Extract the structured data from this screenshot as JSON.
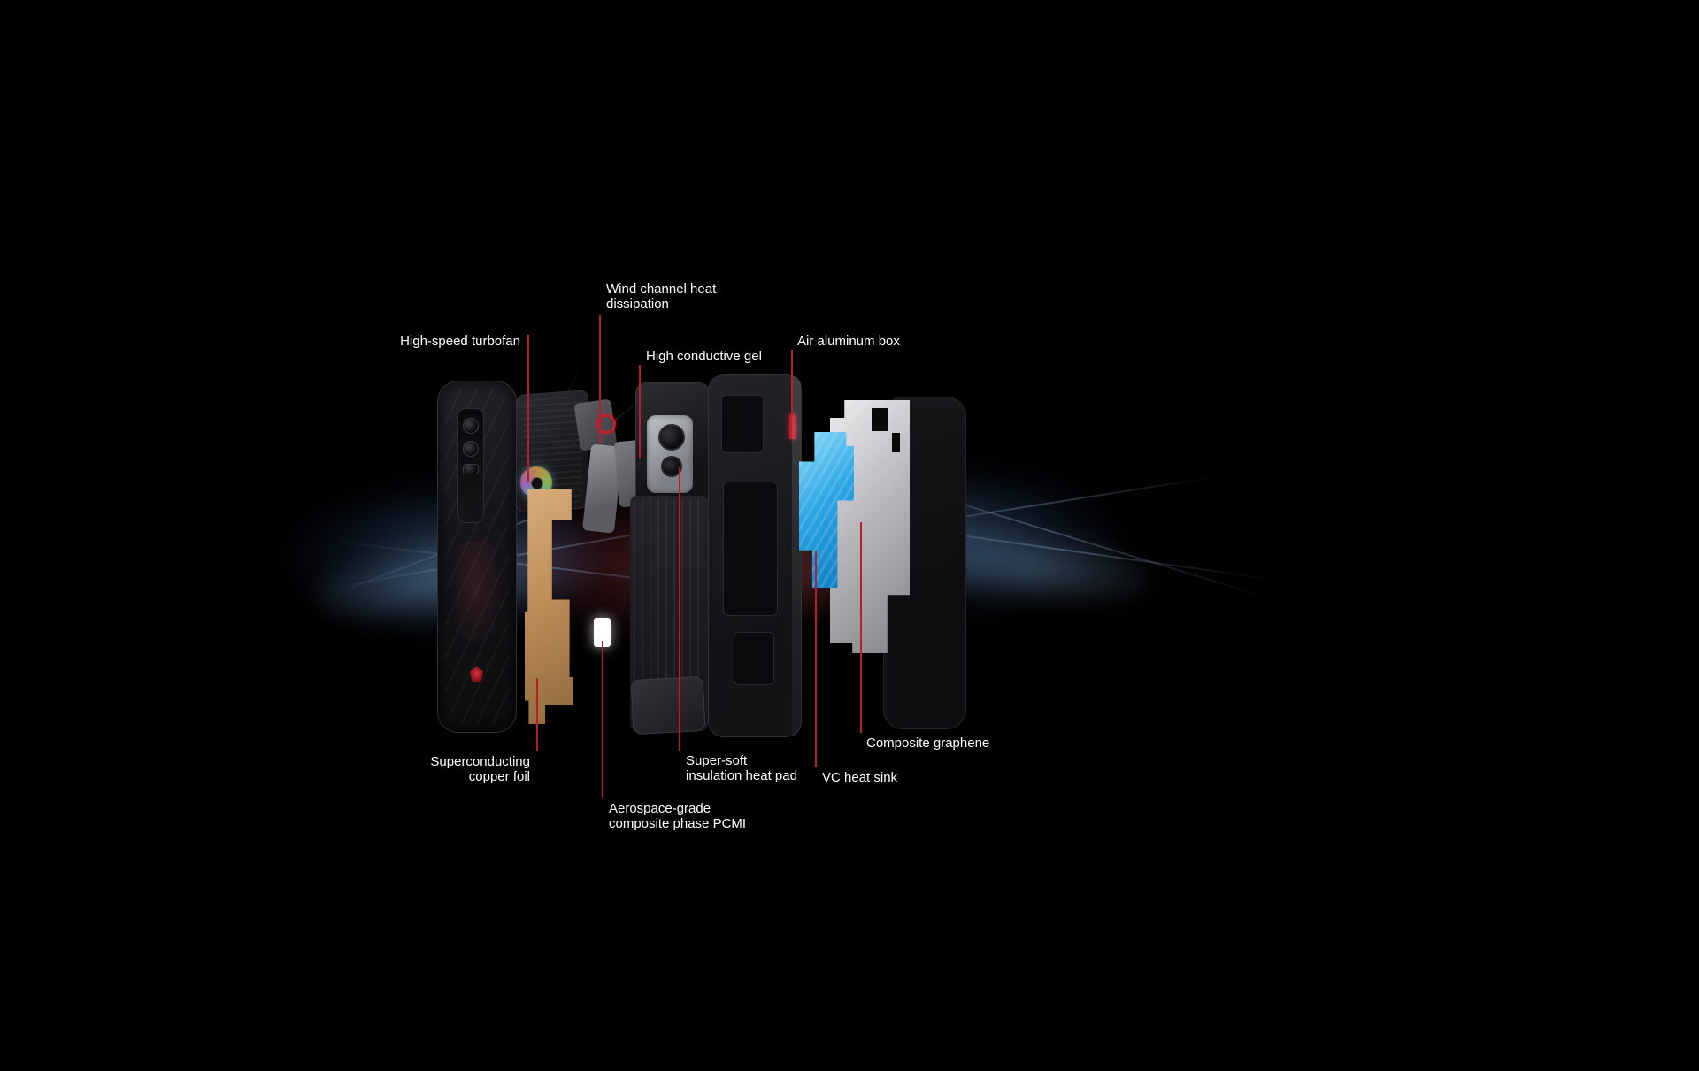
{
  "diagram": {
    "background_color": "#000000",
    "leader_line_color": "#b41f2c",
    "label_text_color": "#ffffff",
    "labels": [
      {
        "id": "wind-channel-heat-dissipation",
        "text": "Wind channel heat\ndissipation"
      },
      {
        "id": "high-speed-turbofan",
        "text": "High-speed turbofan"
      },
      {
        "id": "high-conductive-gel",
        "text": "High conductive gel"
      },
      {
        "id": "air-aluminum-box",
        "text": "Air aluminum box"
      },
      {
        "id": "superconducting-copper-foil",
        "text": "Superconducting\ncopper foil"
      },
      {
        "id": "aerospace-grade-composite-phase-pcmi",
        "text": "Aerospace-grade\ncomposite phase PCMI"
      },
      {
        "id": "super-soft-insulation-heat-pad",
        "text": "Super-soft\ninsulation heat pad"
      },
      {
        "id": "vc-heat-sink",
        "text": "VC heat sink"
      },
      {
        "id": "composite-graphene",
        "text": "Composite graphene"
      }
    ],
    "components": [
      {
        "id": "phone-back-cover"
      },
      {
        "id": "turbofan-module"
      },
      {
        "id": "wind-channel-parts"
      },
      {
        "id": "camera-module"
      },
      {
        "id": "mainboard-stack"
      },
      {
        "id": "mid-frame"
      },
      {
        "id": "back-panel"
      },
      {
        "id": "air-aluminum-box-sheet"
      },
      {
        "id": "vc-heat-sink-plate"
      },
      {
        "id": "copper-foil-sheet"
      },
      {
        "id": "pcmi-sheet"
      }
    ],
    "colors": {
      "copper": "#c49a6c",
      "vc_blue": "#2ba6e4",
      "aluminum_gray": "#b9b9bd",
      "accent_red": "#c0202c"
    }
  }
}
